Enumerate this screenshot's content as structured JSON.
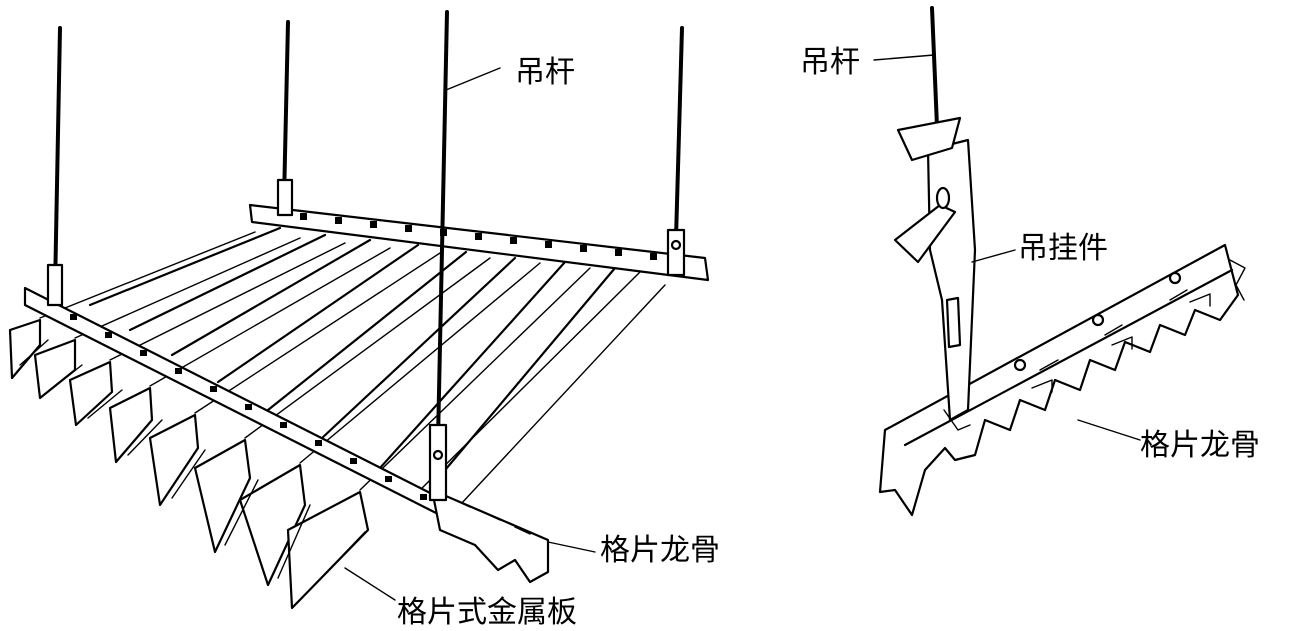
{
  "left_figure": {
    "label_rod": "吊杆",
    "label_keel": "格片龙骨",
    "label_panel": "格片式金属板"
  },
  "right_figure": {
    "label_rod": "吊杆",
    "label_hanger": "吊挂件",
    "label_keel": "格片龙骨"
  },
  "colors": {
    "line": "#000000",
    "background": "#ffffff"
  }
}
